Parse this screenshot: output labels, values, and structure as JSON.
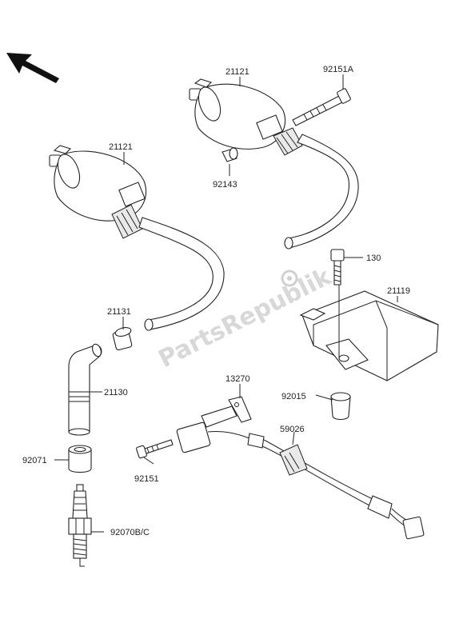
{
  "watermark": {
    "text": "PartsRepublik"
  },
  "labels": {
    "coil_top": "21121",
    "bolt_top": "92151A",
    "washer_top": "92143",
    "coil_left": "21121",
    "cap": "21131",
    "boot": "21130",
    "sleeve": "92071",
    "plug": "92070B/C",
    "bracket": "13270",
    "sensor_screw": "92151",
    "clamp": "59026",
    "bolt_right": "130",
    "igniter": "21119",
    "bush": "92015"
  },
  "icons": [
    "direction-arrow-icon",
    "gear-logo-icon"
  ]
}
